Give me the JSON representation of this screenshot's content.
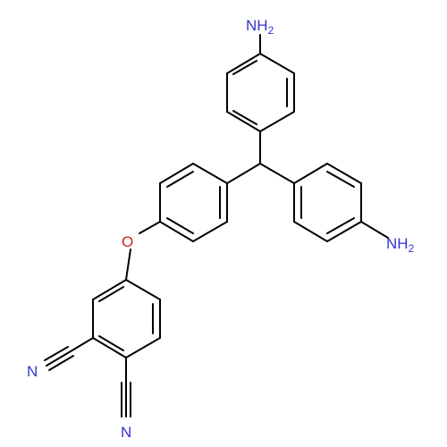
{
  "diagram": {
    "type": "chemical-structure",
    "atom_labels": {
      "nh2_top": {
        "main": "NH",
        "sub": "2"
      },
      "nh2_right": {
        "main": "NH",
        "sub": "2"
      },
      "oxygen": "O",
      "nitrile_left": "N",
      "nitrile_bottom": "N"
    },
    "colors": {
      "bond": "#000000",
      "nitrogen": "#3333cc",
      "oxygen": "#cc2222"
    }
  }
}
